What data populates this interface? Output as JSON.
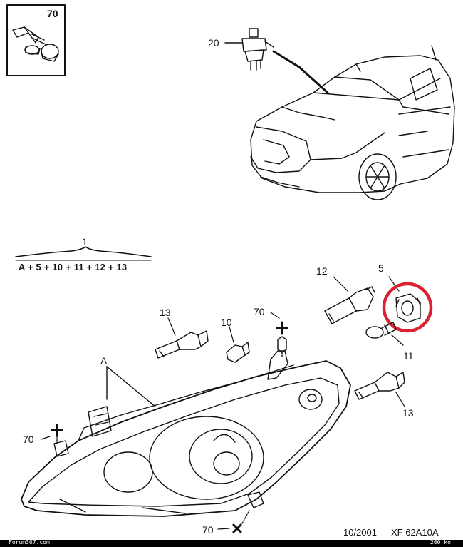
{
  "inset_callout": "70",
  "labels": {
    "switch": "20",
    "assembly": "1",
    "assembly_formula": "A + 5 + 10 + 11 + 12 + 13",
    "bulb_12": "12",
    "socket_5": "5",
    "bulb_13_left": "13",
    "bulb_10": "10",
    "screw_70_top": "70",
    "callout_a": "A",
    "bulb_11": "11",
    "bulb_13_right": "13",
    "screw_70_left": "70",
    "screw_70_bottom": "70"
  },
  "footer": {
    "date": "10/2001",
    "reference": "XF 62A10A",
    "watermark_left": "Forum307.com",
    "size_right": "200 ko"
  },
  "highlight_color": "#d9212f"
}
